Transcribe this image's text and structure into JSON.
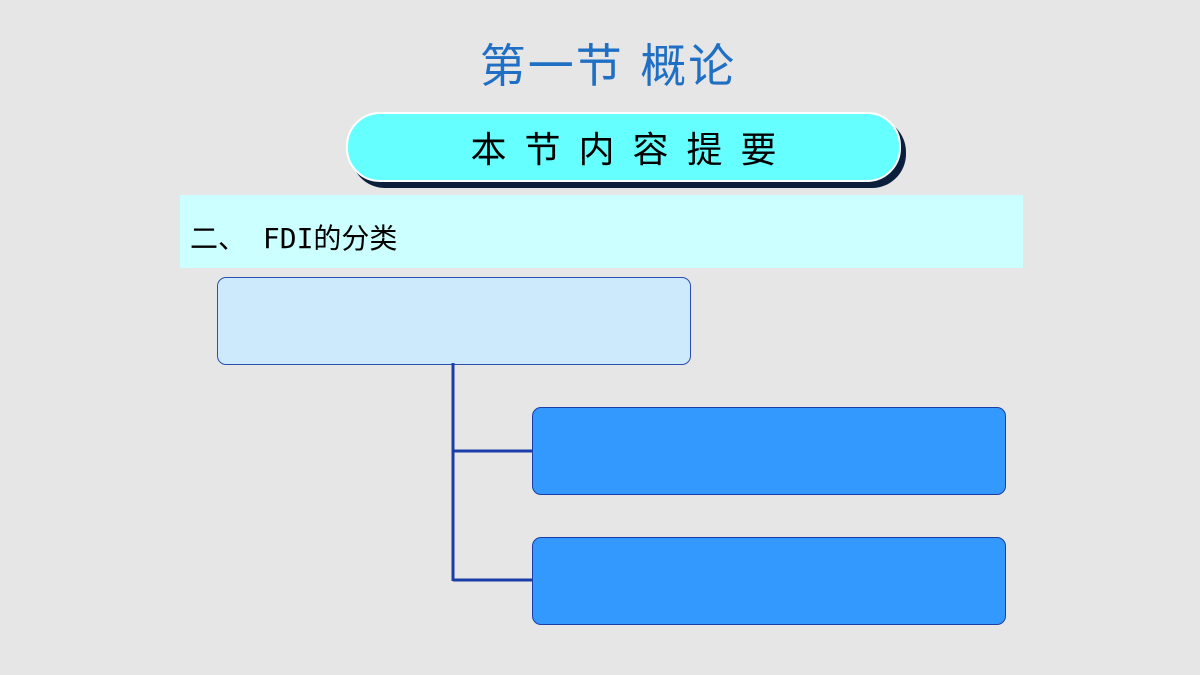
{
  "slide": {
    "title": "第一节 概论",
    "summary_label": "本节内容提要",
    "section_heading": "二、 FDI的分类"
  },
  "diagram": {
    "root": {
      "label": ""
    },
    "children": [
      {
        "label": ""
      },
      {
        "label": ""
      }
    ]
  },
  "colors": {
    "background": "#e6e6e6",
    "title": "#1f6fc4",
    "pill_fill": "#66ffff",
    "pill_shadow": "#0b1e3c",
    "band_fill": "#ccffff",
    "root_fill": "#cdeafc",
    "child_fill": "#3399ff",
    "connector": "#1a3da8"
  }
}
